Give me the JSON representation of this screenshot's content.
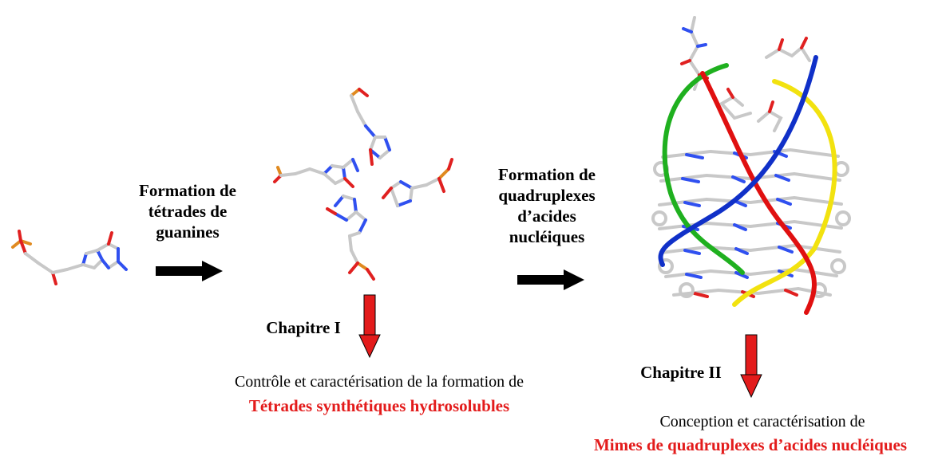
{
  "steps": [
    {
      "label_lines": [
        "Formation de",
        "tétrades de",
        "guanines"
      ]
    },
    {
      "label_lines": [
        "Formation de",
        "quadruplexes",
        "d’acides",
        "nucléiques"
      ]
    }
  ],
  "chapters": [
    {
      "title": "Chapitre I",
      "description": "Contrôle et caractérisation de la formation de",
      "highlight": "Tétrades synthétiques hydrosolubles"
    },
    {
      "title": "Chapitre II",
      "description": "Conception et caractérisation de",
      "highlight": "Mimes de quadruplexes d’acides nucléiques"
    }
  ],
  "colors": {
    "black_arrow": "#000000",
    "red_arrow": "#e31b1b",
    "highlight_text": "#e31b1b",
    "strand_green": "#1fb01f",
    "strand_red": "#e01010",
    "strand_blue": "#1030c8",
    "strand_yellow": "#f2e20f",
    "atom_carbon": "#c8c8c8",
    "atom_oxygen": "#e02020",
    "atom_nitrogen": "#3050f0",
    "atom_phosphorus": "#e08a20"
  }
}
